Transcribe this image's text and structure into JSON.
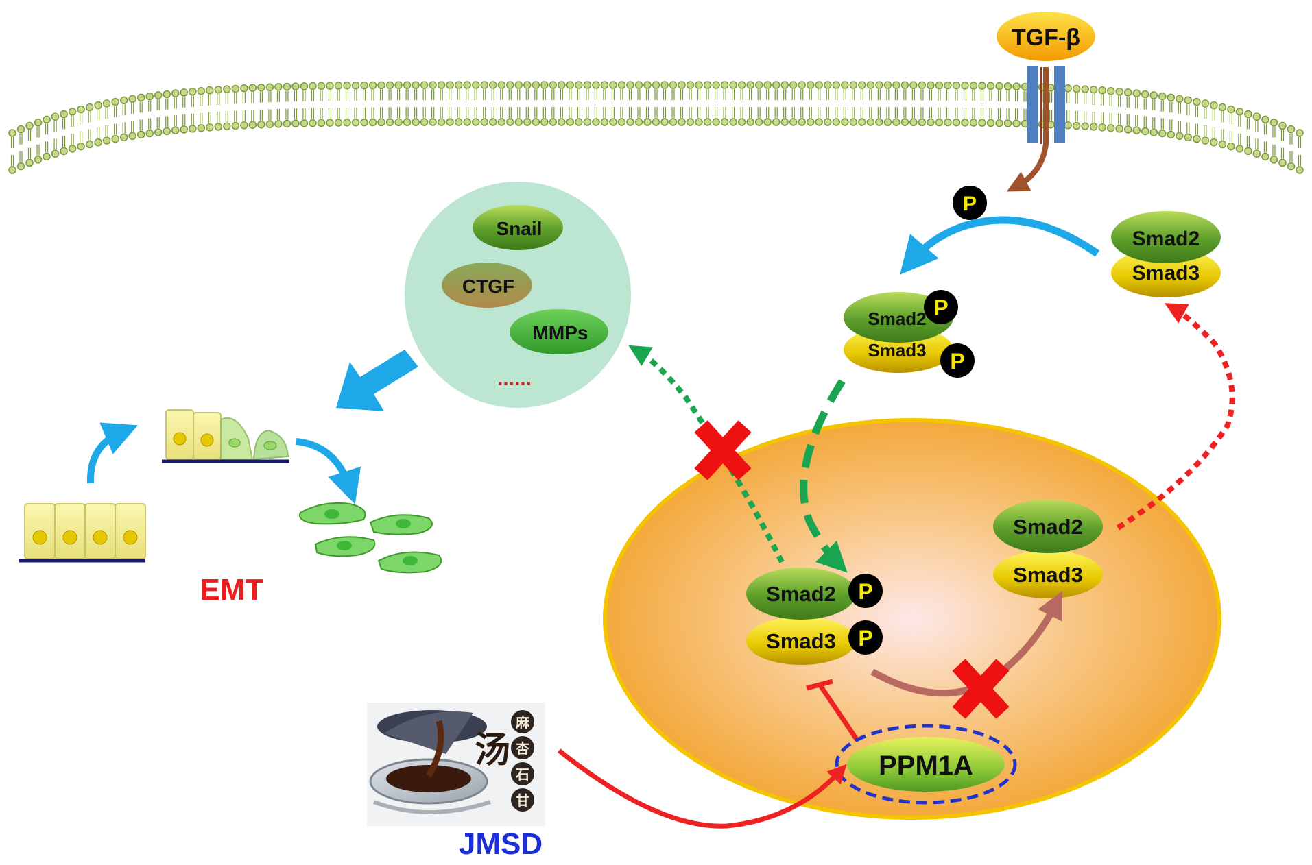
{
  "ligand": "TGF-β",
  "phospho": "P",
  "smad2": "Smad2",
  "smad3": "Smad3",
  "nucleus_smad2": "Smad2",
  "nucleus_smad3": "Smad3",
  "targets": {
    "snail": "Snail",
    "ctgf": "CTGF",
    "mmps": "MMPs",
    "ellipsis": "......"
  },
  "ppm1a": "PPM1A",
  "emt": "EMT",
  "jmsd": "JMSD",
  "calligraphy": {
    "big_char": "汤",
    "small_chars": [
      "麻",
      "杏",
      "石",
      "甘"
    ]
  },
  "colors": {
    "membrane": "#7a9a3a",
    "blue_arrow": "#1ea8e8",
    "green_dashed": "#1aa550",
    "red_dotted": "#ee2222",
    "brown_arrow": "#a0522d",
    "nucleus_fill": "#f5a623",
    "inhibit_cross": "#ee1111",
    "ppm1a_ring": "#2233cc"
  }
}
